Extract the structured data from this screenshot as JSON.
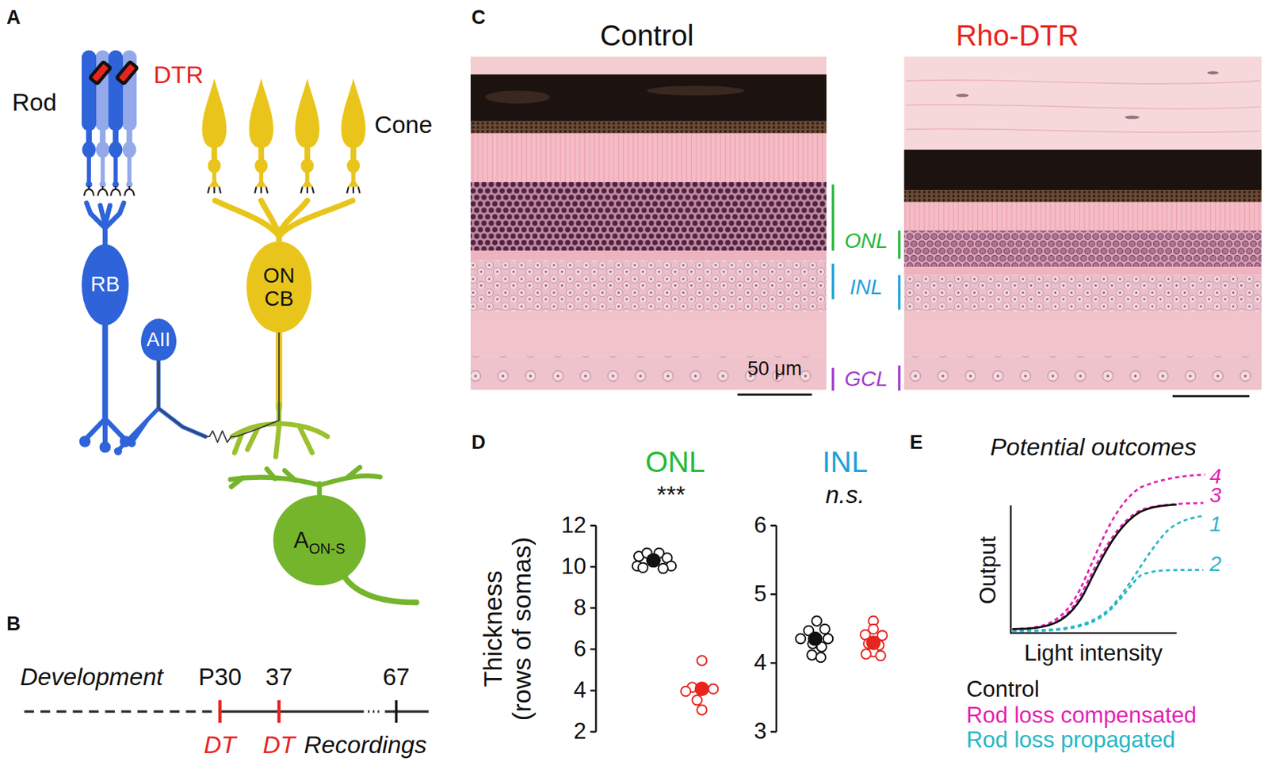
{
  "diagram": {
    "nodes": [
      {
        "text": [
          "RB"
        ]
      },
      {
        "text": [
          "AII"
        ]
      },
      {
        "text": [
          "ON CB"
        ]
      },
      {
        "text": [
          "A",
          "ON-S"
        ]
      }
    ],
    "edges": [
      {
        "from": 1,
        "to": 2,
        "arrow": "none"
      }
    ],
    "labels": [
      "A",
      "Rod",
      "DTR",
      "Cone",
      "B",
      "Development",
      "P30",
      "37",
      "67",
      "DT",
      "DT",
      "Recordings",
      "C",
      "Control",
      "Rho-DTR",
      "ONL",
      "INL",
      "GCL",
      "50 μm",
      "D",
      "ONL",
      "***",
      "INL",
      "n.s.",
      "Thickness (rows of somas)",
      "12",
      "10",
      "8",
      "6",
      "4",
      "2",
      "6",
      "5",
      "4",
      "3",
      "E",
      "Potential outcomes",
      "Output",
      "Light intensity",
      "4",
      "3",
      "1",
      "2"
    ],
    "legend": [
      {
        "text": "Control",
        "color": "#111111"
      },
      {
        "text": "Rod loss compensated",
        "color": "#e31fb4"
      },
      {
        "text": "Rod loss propagated",
        "color": "#26b6c6"
      }
    ]
  }
}
